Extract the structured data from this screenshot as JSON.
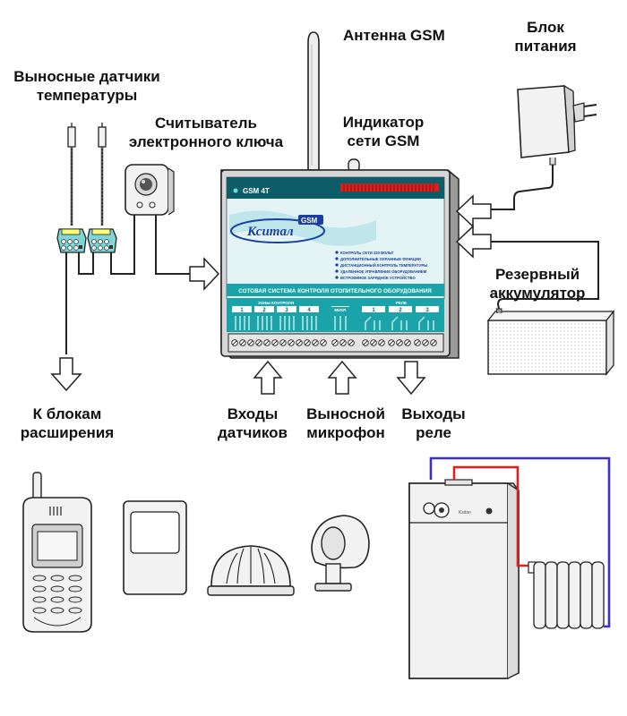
{
  "labels": {
    "antenna": "Антенна GSM",
    "power_line1": "Блок",
    "power_line2": "питания",
    "sensors_line1": "Выносные датчики",
    "sensors_line2": "температуры",
    "reader_line1": "Считыватель",
    "reader_line2": "электронного ключа",
    "indicator_line1": "Индикатор",
    "indicator_line2": "сети GSM",
    "battery_line1": "Резервный",
    "battery_line2": "аккумулятор",
    "expansion_line1": "К блокам",
    "expansion_line2": "расширения",
    "inputs_line1": "Входы",
    "inputs_line2": "датчиков",
    "mic_line1": "Выносной",
    "mic_line2": "микрофон",
    "relay_line1": "Выходы",
    "relay_line2": "реле"
  },
  "device": {
    "model": "GSM 4T",
    "brand": "Кситал",
    "brand_badge": "GSM",
    "features": [
      "КОНТРОЛЬ СЕТИ 220 ВОЛЬТ",
      "ДОПОЛНИТЕЛЬНЫЕ ОХРАННЫЕ ФУНКЦИИ",
      "ДИСТАНЦИОННЫЙ КОНТРОЛЬ ТЕМПЕРАТУРЫ",
      "УДАЛЕННОЕ УПРАВЛЕНИЕ ОБОРУДОВАНИЕМ",
      "ВСТРОЕННОЕ ЗАРЯДНОЕ УСТРОЙСТВО"
    ],
    "banner": "СОТОВАЯ СИСТЕМА КОНТРОЛЯ ОТОПИТЕЛЬНОГО ОБОРУДОВАНИЯ",
    "zones_title": "ЗОНЫ КОНТРОЛЯ",
    "zone_numbers": [
      "1",
      "2",
      "3",
      "4"
    ],
    "mic_title": "МИКР.",
    "relay_title": "РЕЛЕ",
    "relay_numbers": [
      "1",
      "2",
      "3"
    ]
  },
  "boiler": {
    "label": "Ksitan"
  },
  "colors": {
    "device_teal": "#1aa3a8",
    "device_panel": "#dff3f4",
    "led_red": "#d8201e",
    "pipe_blue": "#3a2fc9",
    "pipe_red": "#e02020"
  }
}
